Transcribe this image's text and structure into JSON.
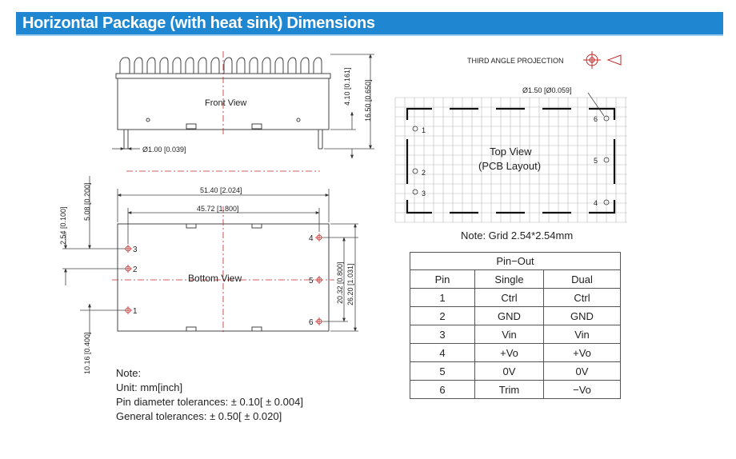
{
  "header": {
    "title": "Horizontal Package (with heat sink) Dimensions"
  },
  "front_view": {
    "label": "Front View",
    "dim_height_pin": "4.10 [0.161]",
    "dim_height_total": "16.50 [0.650]",
    "dim_pin_diameter": "Ø1.00 [0.039]"
  },
  "bottom_view": {
    "label": "Bottom View",
    "dim_length": "51.40 [2.024]",
    "dim_pin_span": "45.72 [1.800]",
    "dim_pitch_254": "2.54 [0.100]",
    "dim_pitch_508": "5.08 [0.200]",
    "dim_1016": "10.16 [0.400]",
    "dim_2032": "20.32 [0.800]",
    "dim_2620": "26.20 [1.031]",
    "pins": [
      "1",
      "2",
      "3",
      "4",
      "5",
      "6"
    ]
  },
  "top_view": {
    "projection_label": "THIRD ANGLE PROJECTION",
    "hole_dim": "Ø1.50 [Ø0.059]",
    "label_line1": "Top View",
    "label_line2": "(PCB Layout)",
    "pins": [
      "1",
      "2",
      "3",
      "4",
      "5",
      "6"
    ]
  },
  "grid_note": "Note: Grid 2.54*2.54mm",
  "notes": {
    "heading": "Note:",
    "unit": "Unit: mm[inch]",
    "pin_tolerance": "Pin diameter tolerances:  ± 0.10[ ± 0.004]",
    "general_tolerance": "General tolerances:  ± 0.50[ ± 0.020]"
  },
  "pinout": {
    "caption": "Pin−Out",
    "headers": [
      "Pin",
      "Single",
      "Dual"
    ],
    "rows": [
      [
        "1",
        "Ctrl",
        "Ctrl"
      ],
      [
        "2",
        "GND",
        "GND"
      ],
      [
        "3",
        "Vin",
        "Vin"
      ],
      [
        "4",
        "+Vo",
        "+Vo"
      ],
      [
        "5",
        "0V",
        "0V"
      ],
      [
        "6",
        "Trim",
        "−Vo"
      ]
    ]
  }
}
